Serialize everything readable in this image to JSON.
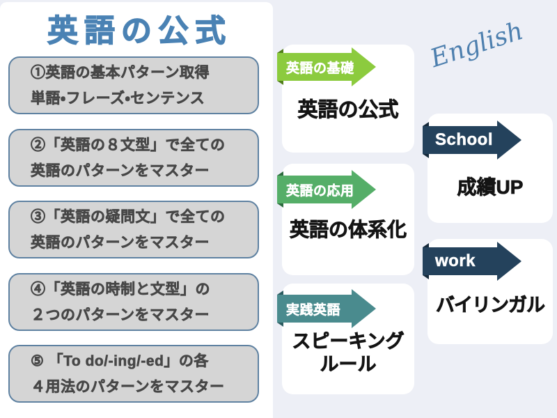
{
  "canvas": {
    "background_color": "#EDEFF6",
    "panel_color": "#FFFFFF"
  },
  "left_panel": {
    "title": "英語の公式",
    "title_color": "#4A82B4",
    "box_fill_color": "#D5D5D5",
    "box_border_color": "#5E81A1",
    "box_text_color": "#474747",
    "boxes": [
      {
        "line1": "①英語の基本パターン取得",
        "line2": "単語・フレーズ・センテンス"
      },
      {
        "line1": "②「英語の８文型」で全ての",
        "line2": "英語のパターンをマスター"
      },
      {
        "line1": "③「英語の疑問文」で全ての",
        "line2": "英語のパターンをマスター"
      },
      {
        "line1": "④「英語の時制と文型」の",
        "line2": "２つのパターンをマスター"
      },
      {
        "line1": "⑤ 「To do/-ing/-ed」の各",
        "line2": "４用法のパターンをマスター"
      }
    ]
  },
  "middle_column": {
    "cards": [
      {
        "tag": "英語の基礎",
        "tag_color": "#8CCB3E",
        "tag_fold_color": "#527F1B",
        "title": "英語の公式"
      },
      {
        "tag": "英語の応用",
        "tag_color": "#55AE68",
        "tag_fold_color": "#2D6B3E",
        "title": "英語の体系化"
      },
      {
        "tag": "実践英語",
        "tag_color": "#4A8B8E",
        "tag_fold_color": "#2C5C60",
        "title": "スピーキング\nルール"
      }
    ]
  },
  "right_column": {
    "script_word": "English",
    "script_color": "#4D7FAE",
    "cards": [
      {
        "tag": "School",
        "tag_color": "#24425C",
        "tag_fold_color": "#15293A",
        "title": "成績UP"
      },
      {
        "tag": "work",
        "tag_color": "#24425C",
        "tag_fold_color": "#15293A",
        "title": "バイリンガル"
      }
    ]
  }
}
